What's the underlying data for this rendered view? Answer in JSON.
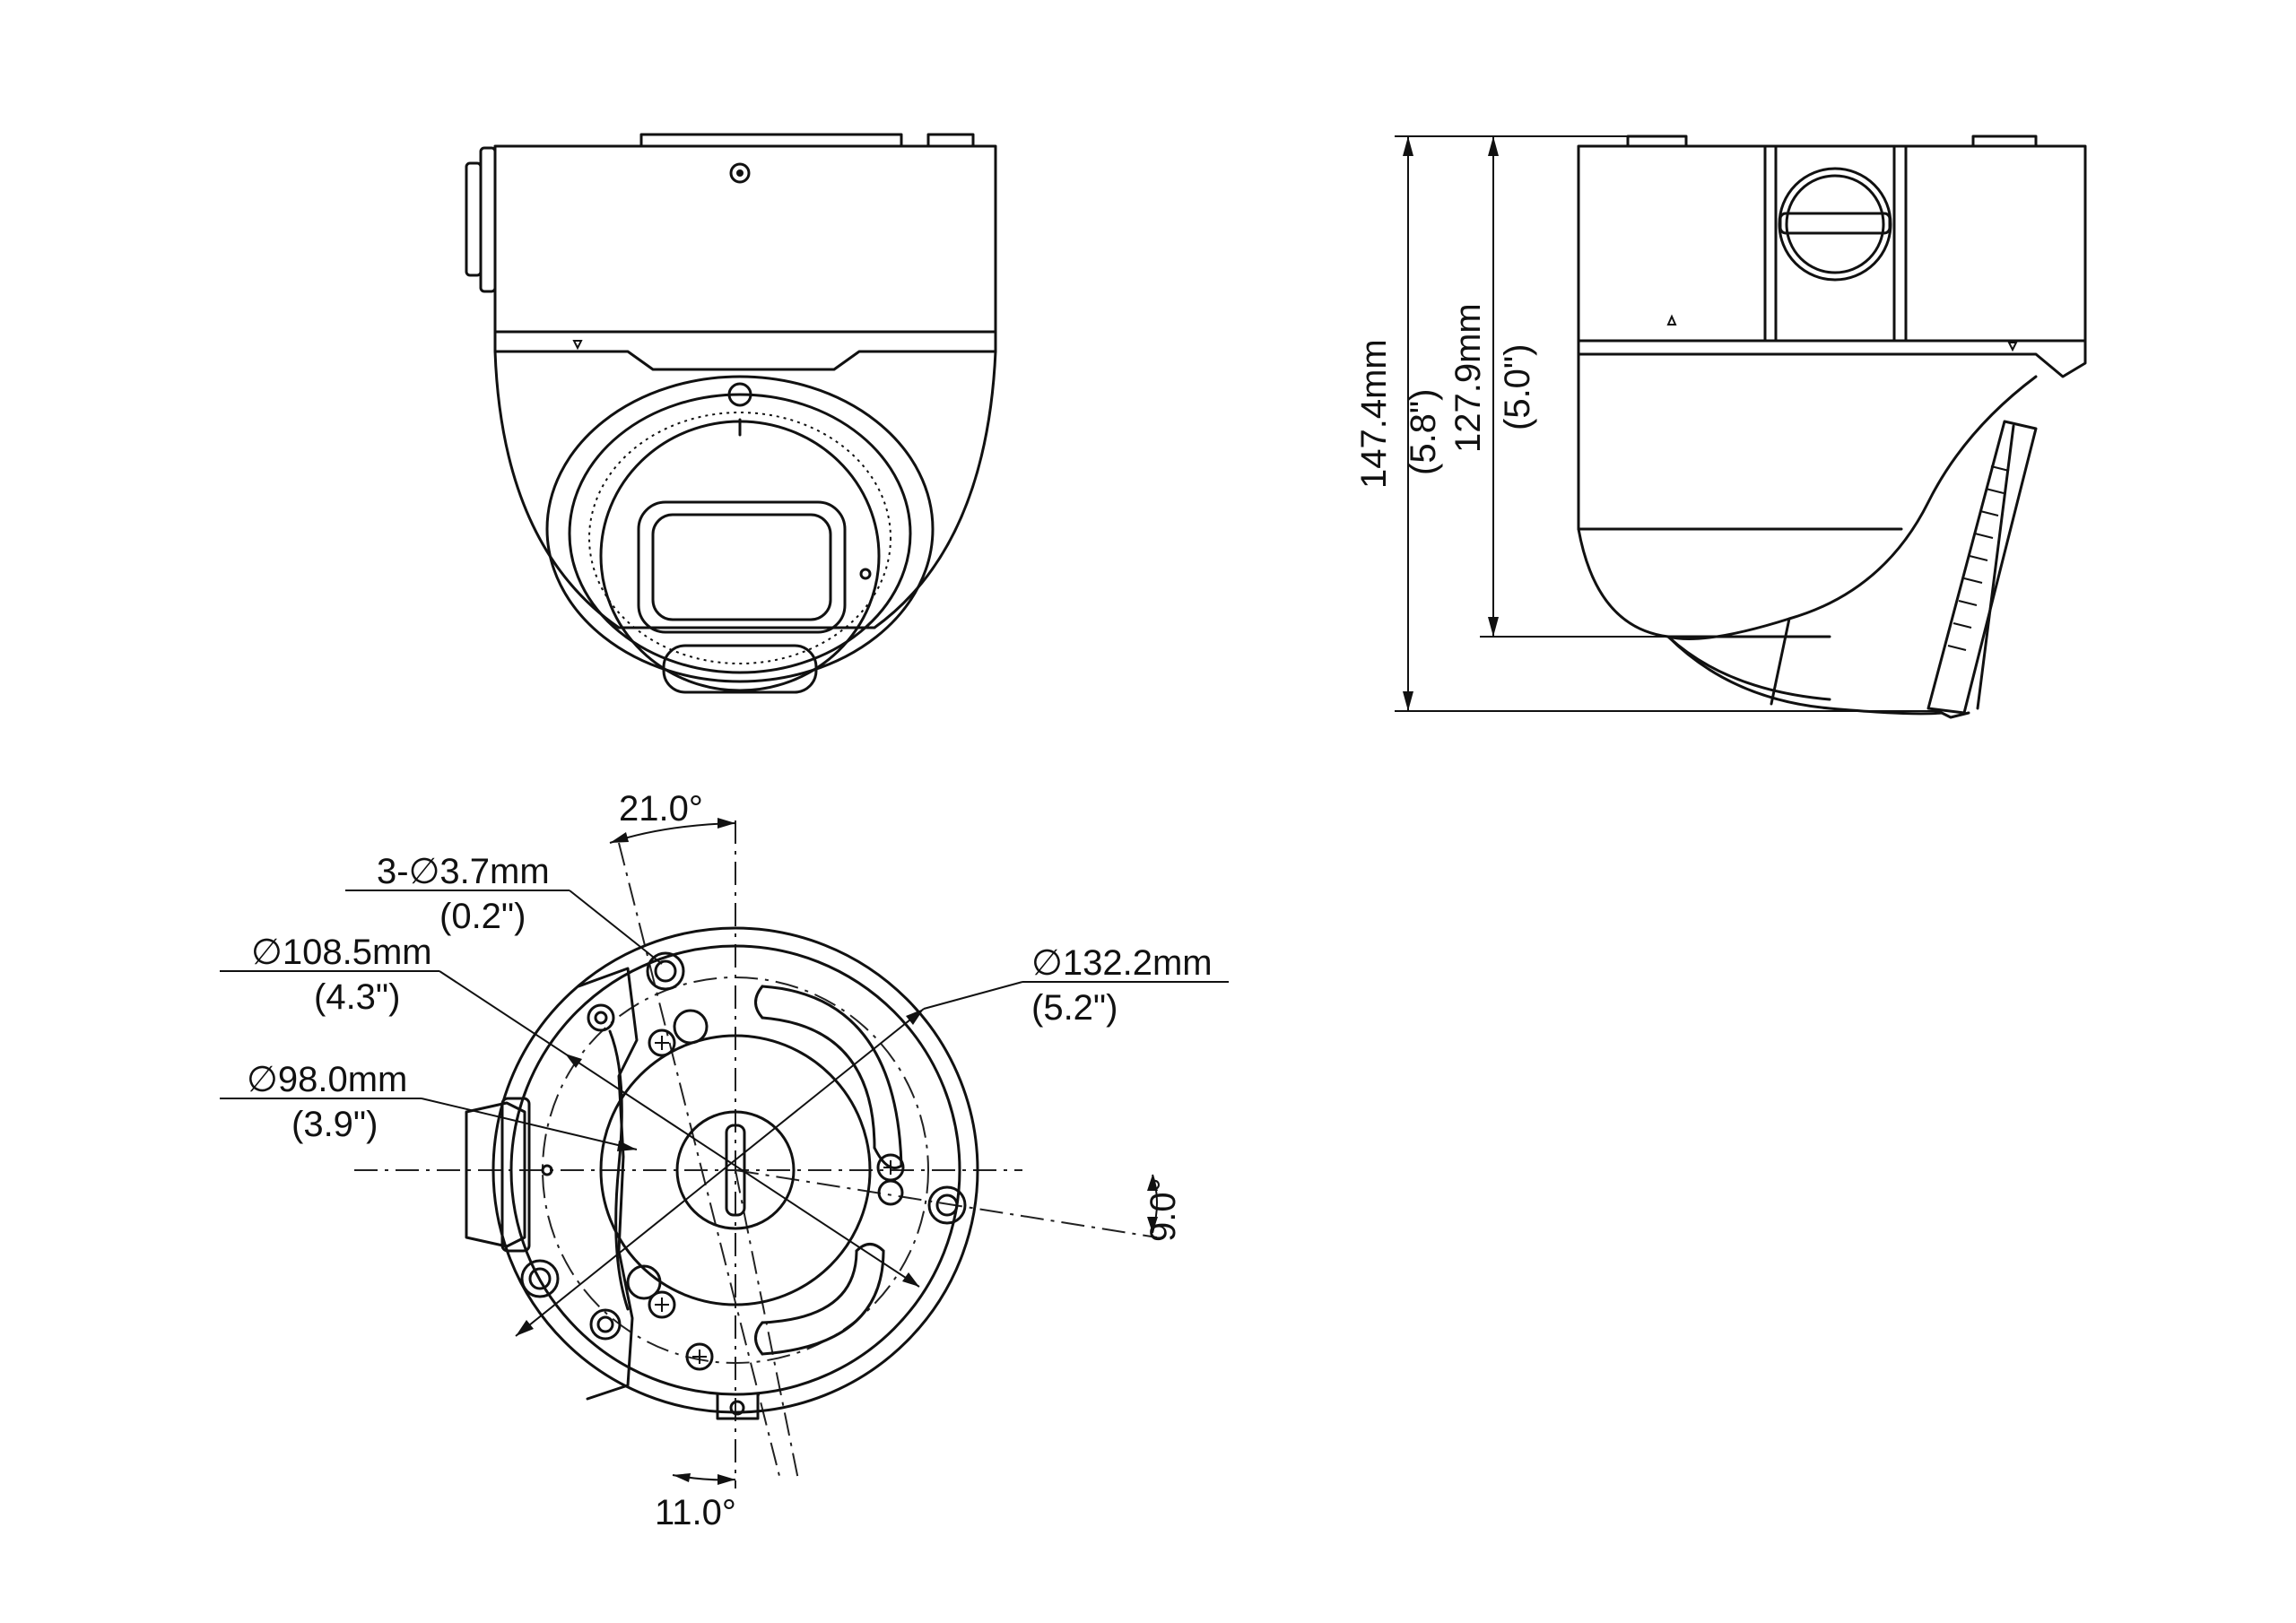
{
  "dimensions": {
    "overall_height": {
      "metric": "147.4mm",
      "imperial": "(5.8\")"
    },
    "base_height": {
      "metric": "127.9mm",
      "imperial": "(5.0\")"
    },
    "outer_diameter": {
      "metric": "∅132.2mm",
      "imperial": "(5.2\")"
    },
    "mount_hole_circle": {
      "metric": "∅108.5mm",
      "imperial": "(4.3\")"
    },
    "inner_diameter": {
      "metric": "∅98.0mm",
      "imperial": "(3.9\")"
    },
    "screw_holes": {
      "metric": "3-∅3.7mm",
      "imperial": "(0.2\")"
    }
  },
  "angles": {
    "top": "21.0°",
    "right": "9.0°",
    "bottom": "11.0°"
  }
}
